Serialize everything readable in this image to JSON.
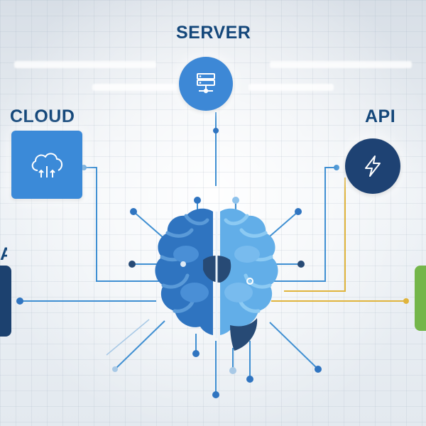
{
  "diagram": {
    "nodes": [
      {
        "id": "server",
        "label": "SERVER",
        "icon": "server-rack-icon",
        "color": "#3d88d6"
      },
      {
        "id": "cloud",
        "label": "CLOUD",
        "icon": "cloud-upload-icon",
        "color": "#3b8ad8"
      },
      {
        "id": "api",
        "label": "API",
        "icon": "lightning-bolt-icon",
        "color": "#1e4273"
      }
    ],
    "partial_nodes": [
      {
        "id": "left-partial",
        "label": "A",
        "color": "#1c416f"
      },
      {
        "id": "right-partial",
        "color": "#74b64a"
      }
    ],
    "center": {
      "icon": "brain-icon",
      "left_color": "#2f74c0",
      "right_color": "#62aee8",
      "dark_color": "#274a75"
    },
    "colors": {
      "line": "#3f8fd2",
      "accent_line": "#e0b43c",
      "label": "#14477a"
    }
  }
}
